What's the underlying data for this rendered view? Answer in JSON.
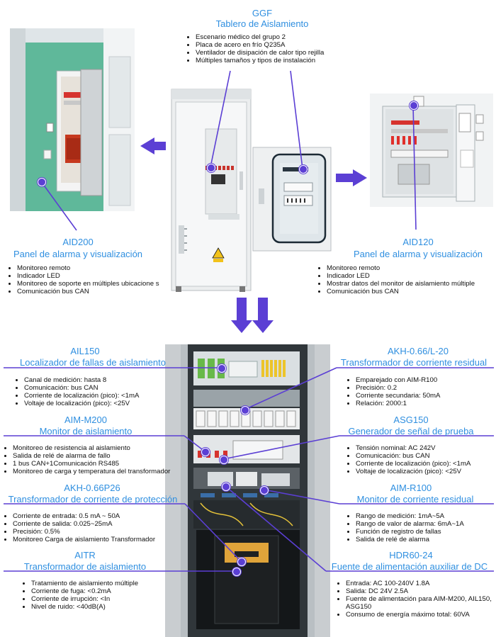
{
  "top": {
    "code": "GGF",
    "name": "Tablero de Aislamiento",
    "features": [
      "Escenario médico del grupo 2",
      "Placa de acero en frío Q235A",
      "Ventilador de disipación de calor tipo rejilla",
      "Múltiples tamaños y tipos de instalación"
    ]
  },
  "aid200": {
    "code": "AID200",
    "name": "Panel de alarma y visualización",
    "features": [
      "Monitoreo remoto",
      "Indicador LED",
      "Monitoreo de soporte en múltiples ubicacione s",
      "Comunicación bus CAN"
    ]
  },
  "aid120": {
    "code": "AID120",
    "name": "Panel de alarma y visualización",
    "features": [
      "Monitoreo remoto",
      "Indicador LED",
      "Mostrar datos del monitor de aislamiento múltiple",
      "Comunicación bus CAN"
    ]
  },
  "ail150": {
    "code": "AIL150",
    "name": "Localizador de fallas de aislamiento",
    "features": [
      "Canal de medición: hasta 8",
      "Comunicación: bus CAN",
      "Corriente de localización (pico): <1mA",
      "Voltaje de localización (pico): <25V"
    ]
  },
  "akh_l20": {
    "code": "AKH-0.66/L-20",
    "name": "Transformador de corriente residual",
    "features": [
      "Emparejado con AIM-R100",
      "Precisión: 0.2",
      "Corriente secundaria: 50mA",
      "Relación: 2000:1"
    ]
  },
  "aim_m200": {
    "code": "AIM-M200",
    "name": "Monitor de aislamiento",
    "features": [
      "Monitoreo de resistencia al aislamiento",
      "Salida de relé de alarma de fallo",
      "1 bus CAN+1Comunicación RS485",
      "Monitoreo de carga y temperatura del transformador"
    ]
  },
  "asg150": {
    "code": "ASG150",
    "name": "Generador de señal de prueba",
    "features": [
      "Tensión nominal: AC 242V",
      "Comunicación: bus CAN",
      "Corriente de localización (pico): <1mA",
      "Voltaje de localización (pico): <25V"
    ]
  },
  "akh_p26": {
    "code": "AKH-0.66P26",
    "name": "Transformador de corriente de protección",
    "features": [
      "Corriente de entrada: 0.5 mA ~ 50A",
      "Corriente de salida: 0.025~25mA",
      "Precisión: 0.5%",
      "Monitoreo Carga de aislamiento Transformador"
    ]
  },
  "aim_r100": {
    "code": "AIM-R100",
    "name": "Monitor de corriente residual",
    "features": [
      "Rango de medición: 1mA~5A",
      "Rango de valor de alarma: 6mA~1A",
      "Función de registro de fallas",
      "Salida de relé de alarma"
    ]
  },
  "aitr": {
    "code": "AITR",
    "name": "Transformador de aislamiento",
    "features": [
      "Tratamiento de aislamiento múltiple",
      "Corriente de fuga: <0.2mA",
      "Corriente de irrupción: <In",
      "Nivel de ruido: <40dB(A)"
    ]
  },
  "hdr": {
    "code": "HDR60-24",
    "name": "Fuente de alimentación auxiliar de DC",
    "features": [
      "Entrada: AC 100-240V 1.8A",
      "Salida: DC 24V 2.5A",
      "Fuente de alimentación para AIM-M200, AIL150, ASG150",
      "Consumo de energía máximo total: 60VA"
    ]
  },
  "cabinet_label": "DANGER",
  "colors": {
    "title": "#2f8fe0",
    "accent": "#5b3fd4",
    "wall": "#5fb89a"
  }
}
